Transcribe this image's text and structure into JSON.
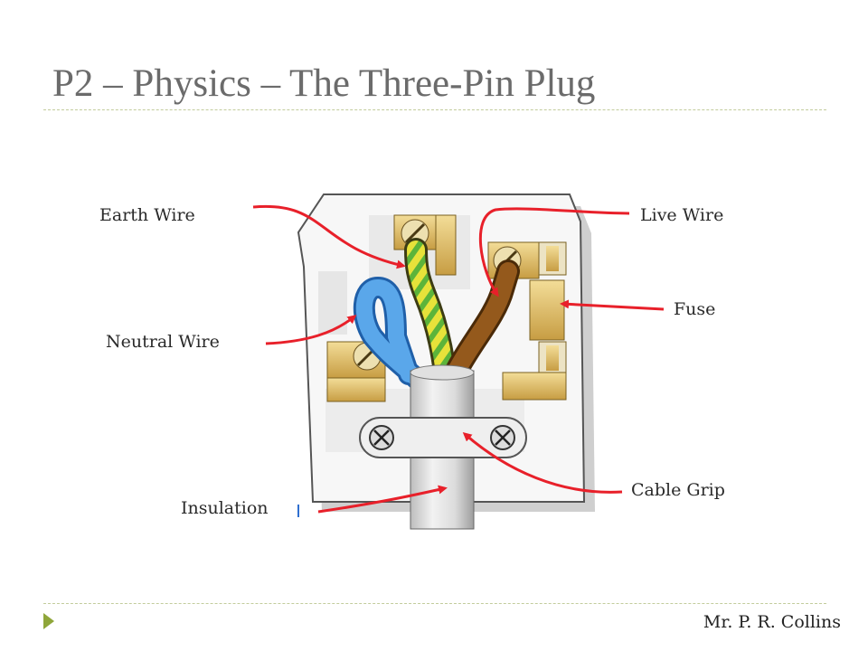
{
  "slide": {
    "title": "P2 – Physics – The Three-Pin Plug",
    "author": "Mr. P. R. Collins"
  },
  "labels": {
    "earth": "Earth Wire",
    "live": "Live Wire",
    "neutral": "Neutral Wire",
    "fuse": "Fuse",
    "insulation": "Insulation",
    "cable_grip": "Cable Grip"
  },
  "colors": {
    "title": "#6b6b6b",
    "accent": "#8fa63a",
    "arrow": "#e8202a",
    "neutral_wire": "#3b86d6",
    "earth_wire_yellow": "#e7e23a",
    "earth_wire_green": "#5cb43a",
    "live_wire": "#8a5418",
    "brass": "#d9b866"
  }
}
